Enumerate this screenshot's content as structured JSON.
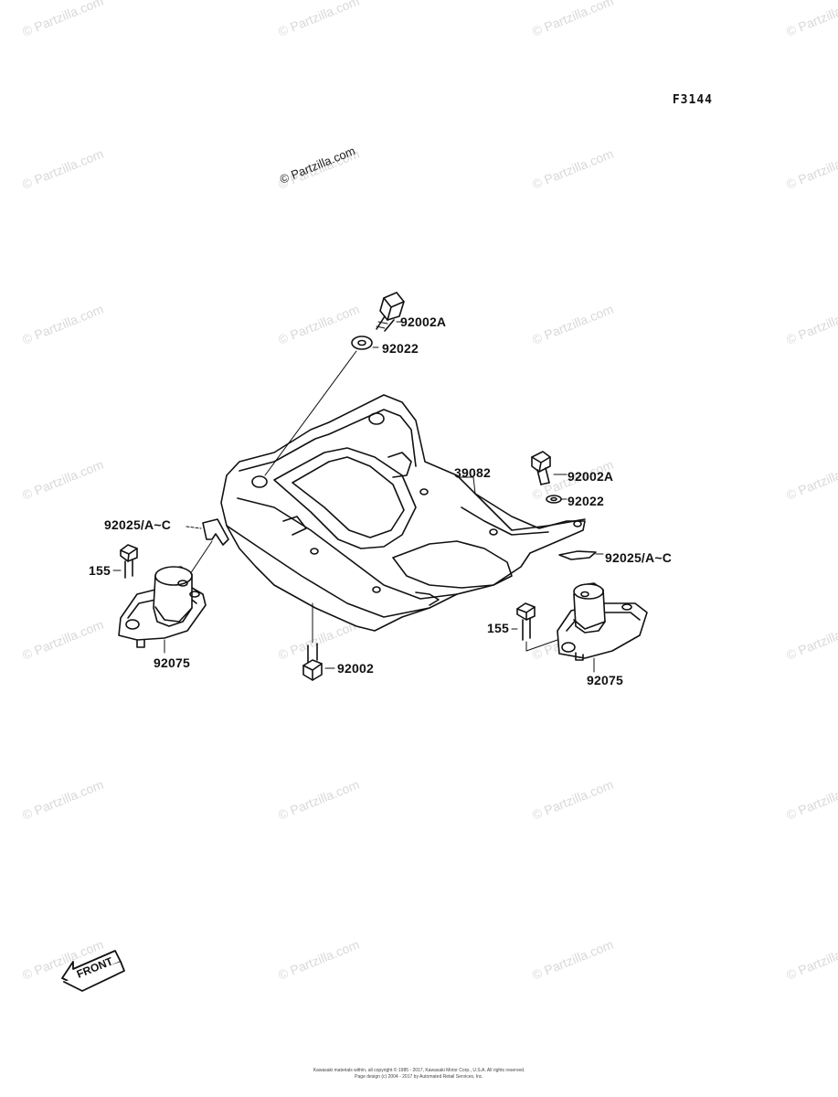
{
  "diagram": {
    "code": "F3144",
    "watermark_text": "© Partzilla.com",
    "front_label": "FRONT",
    "callouts": {
      "bolt_a_top": "92002A",
      "washer_top": "92022",
      "bracket": "39082",
      "bolt_a_right": "92002A",
      "washer_right": "92022",
      "clip_left": "92025/A~C",
      "clip_right": "92025/A~C",
      "bolt_155_left": "155",
      "bolt_155_right": "155",
      "mount_left": "92075",
      "mount_right": "92075",
      "bolt_bottom": "92002"
    },
    "footer": {
      "line1": "Kawasaki materials within, all copyright © 1985 - 2017, Kawasaki Motor Corp., U.S.A. All rights reserved.",
      "line2": "Page design (c) 2004 - 2017 by Automated Retail Services, Inc."
    }
  }
}
